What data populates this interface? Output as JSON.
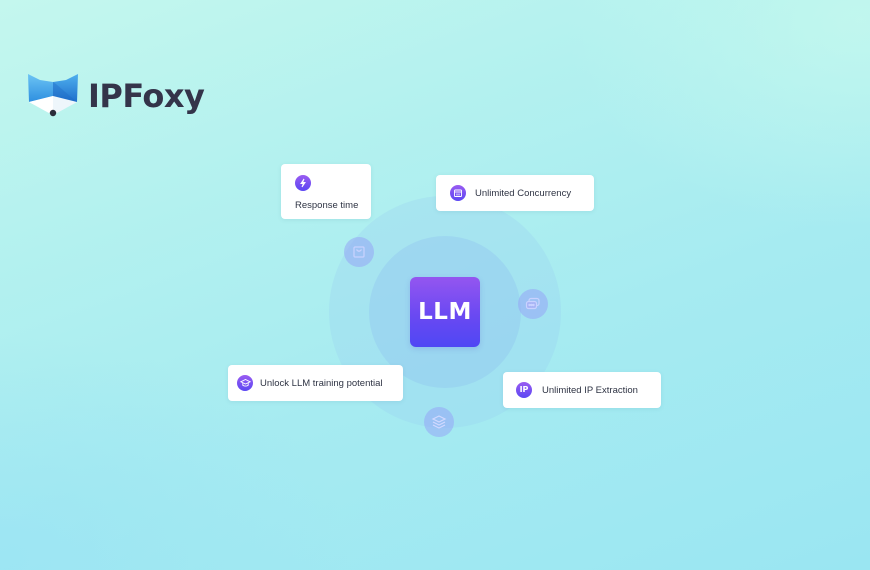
{
  "brand": {
    "name": "IPFoxy",
    "logo_icon": "fox-head-icon",
    "colors": {
      "text": "#34344a",
      "logo_blue": "#2f8fe0",
      "logo_light": "#58b7f0"
    }
  },
  "center": {
    "label": "LLM",
    "gradient_top": "#9456f0",
    "gradient_bottom": "#4f47f4"
  },
  "orbit_icons": [
    {
      "name": "shopping-bag-icon"
    },
    {
      "name": "chat-bubbles-icon"
    },
    {
      "name": "layers-icon"
    }
  ],
  "features": [
    {
      "label": "Response time",
      "icon": "lightning-icon"
    },
    {
      "label": "Unlimited Concurrency",
      "icon": "calendar-icon"
    },
    {
      "label": "Unlock LLM training potential",
      "icon": "graduation-cap-icon"
    },
    {
      "label": "Unlimited IP Extraction",
      "icon": "ip-icon",
      "icon_text": "IP"
    }
  ],
  "colors": {
    "accent_purple": "#7a4ff2",
    "card_bg": "#ffffff",
    "bg_light": "#c4f7ee",
    "bg_dark": "#9ae6f2"
  }
}
